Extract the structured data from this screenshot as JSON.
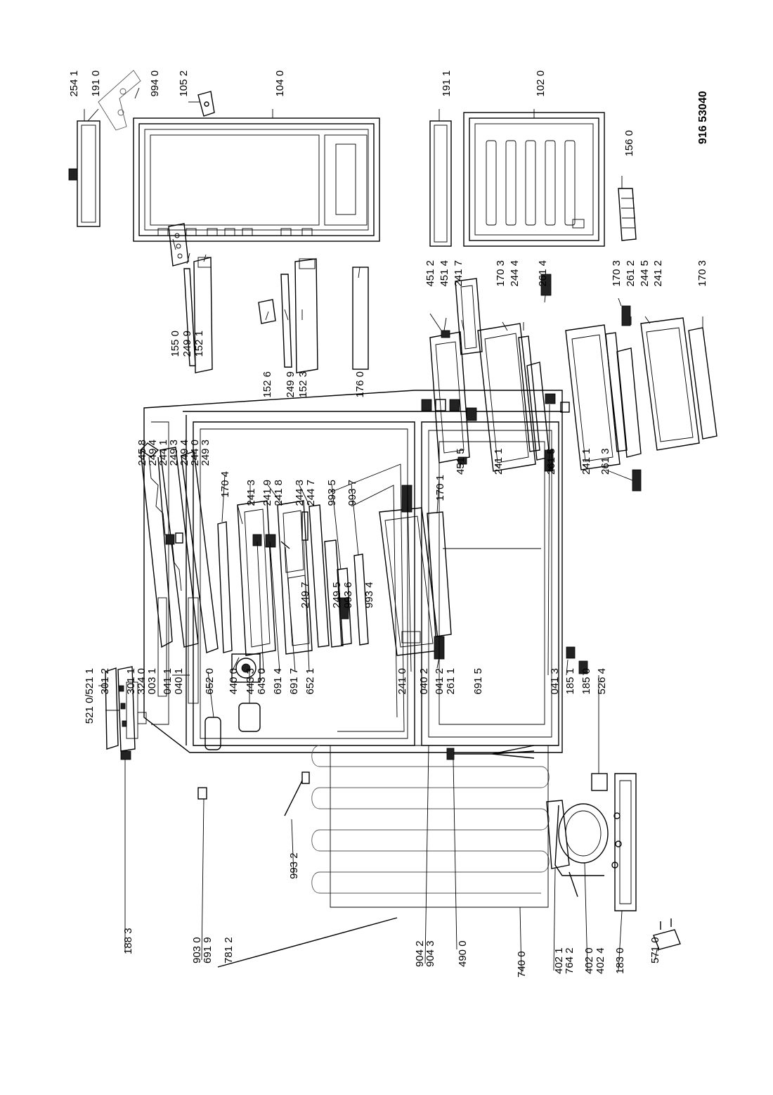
{
  "document_code": "916 53040",
  "labels": [
    {
      "id": "p-254-1",
      "text": "254 1"
    },
    {
      "id": "p-191-0",
      "text": "191 0"
    },
    {
      "id": "p-994-0",
      "text": "994 0"
    },
    {
      "id": "p-105-2",
      "text": "105 2"
    },
    {
      "id": "p-104-0",
      "text": "104 0"
    },
    {
      "id": "p-191-1",
      "text": "191 1"
    },
    {
      "id": "p-102-0",
      "text": "102 0"
    },
    {
      "id": "p-156-0",
      "text": "156 0"
    },
    {
      "id": "p-155-0",
      "text": "155 0"
    },
    {
      "id": "p-249-9a",
      "text": "249 9"
    },
    {
      "id": "p-152-1",
      "text": "152 1"
    },
    {
      "id": "p-152-6",
      "text": "152 6"
    },
    {
      "id": "p-249-9b",
      "text": "249 9"
    },
    {
      "id": "p-152-3",
      "text": "152 3"
    },
    {
      "id": "p-176-0",
      "text": "176 0"
    },
    {
      "id": "p-451-2",
      "text": "451 2"
    },
    {
      "id": "p-451-4",
      "text": "451 4"
    },
    {
      "id": "p-241-7",
      "text": "241 7"
    },
    {
      "id": "p-170-3a",
      "text": "170 3"
    },
    {
      "id": "p-244-4",
      "text": "244 4"
    },
    {
      "id": "p-261-4",
      "text": "261 4"
    },
    {
      "id": "p-170-3b",
      "text": "170 3"
    },
    {
      "id": "p-261-2",
      "text": "261 2"
    },
    {
      "id": "p-244-5",
      "text": "244 5"
    },
    {
      "id": "p-241-2",
      "text": "241 2"
    },
    {
      "id": "p-170-3c",
      "text": "170 3"
    },
    {
      "id": "p-451-5",
      "text": "451 5"
    },
    {
      "id": "p-241-1a",
      "text": "241 1"
    },
    {
      "id": "p-261-5",
      "text": "261 5"
    },
    {
      "id": "p-241-1b",
      "text": "241 1"
    },
    {
      "id": "p-261-3",
      "text": "261 3"
    },
    {
      "id": "p-245-8",
      "text": "245 8"
    },
    {
      "id": "p-249-4a",
      "text": "249 4"
    },
    {
      "id": "p-244-1",
      "text": "244 1"
    },
    {
      "id": "p-249-3a",
      "text": "249 3"
    },
    {
      "id": "p-249-4b",
      "text": "249 4"
    },
    {
      "id": "p-244-0",
      "text": "244 0"
    },
    {
      "id": "p-249-3b",
      "text": "249 3"
    },
    {
      "id": "p-170-4",
      "text": "170 4"
    },
    {
      "id": "p-241-3",
      "text": "241 3"
    },
    {
      "id": "p-241-9",
      "text": "241 9"
    },
    {
      "id": "p-241-8",
      "text": "241 8"
    },
    {
      "id": "p-244-3",
      "text": "244 3"
    },
    {
      "id": "p-244-7",
      "text": "244 7"
    },
    {
      "id": "p-993-5",
      "text": "993 5"
    },
    {
      "id": "p-993-7",
      "text": "993 7"
    },
    {
      "id": "p-170-1",
      "text": "170 1"
    },
    {
      "id": "p-521-0-521-1",
      "text": "521 0/521 1"
    },
    {
      "id": "p-301-2",
      "text": "301 2"
    },
    {
      "id": "p-301-1",
      "text": "301 1"
    },
    {
      "id": "p-324-0",
      "text": "324 0"
    },
    {
      "id": "p-003-1",
      "text": "003 1"
    },
    {
      "id": "p-041-1",
      "text": "041 1"
    },
    {
      "id": "p-040-1",
      "text": "040 1"
    },
    {
      "id": "p-652-0",
      "text": "652 0"
    },
    {
      "id": "p-440-0",
      "text": "440 0"
    },
    {
      "id": "p-443-3",
      "text": "443 3"
    },
    {
      "id": "p-643-0",
      "text": "643 0"
    },
    {
      "id": "p-691-4",
      "text": "691 4"
    },
    {
      "id": "p-691-7",
      "text": "691 7"
    },
    {
      "id": "p-249-7",
      "text": "249 7"
    },
    {
      "id": "p-652-1",
      "text": "652 1"
    },
    {
      "id": "p-249-5",
      "text": "249 5"
    },
    {
      "id": "p-993-6",
      "text": "993 6"
    },
    {
      "id": "p-993-4",
      "text": "993 4"
    },
    {
      "id": "p-241-0",
      "text": "241 0"
    },
    {
      "id": "p-040-2",
      "text": "040 2"
    },
    {
      "id": "p-041-2",
      "text": "041 2"
    },
    {
      "id": "p-261-1",
      "text": "261 1"
    },
    {
      "id": "p-691-5",
      "text": "691 5"
    },
    {
      "id": "p-041-3",
      "text": "041 3"
    },
    {
      "id": "p-185-1",
      "text": "185 1"
    },
    {
      "id": "p-185-0",
      "text": "185 0"
    },
    {
      "id": "p-526-4",
      "text": "526 4"
    },
    {
      "id": "p-188-3",
      "text": "188 3"
    },
    {
      "id": "p-993-2",
      "text": "993 2"
    },
    {
      "id": "p-903-0",
      "text": "903 0"
    },
    {
      "id": "p-691-9",
      "text": "691 9"
    },
    {
      "id": "p-781-2",
      "text": "781 2"
    },
    {
      "id": "p-904-2",
      "text": "904 2"
    },
    {
      "id": "p-904-3",
      "text": "904 3"
    },
    {
      "id": "p-490-0",
      "text": "490 0"
    },
    {
      "id": "p-740-0",
      "text": "740 0"
    },
    {
      "id": "p-402-1",
      "text": "402 1"
    },
    {
      "id": "p-764-2",
      "text": "764 2"
    },
    {
      "id": "p-402-0",
      "text": "402 0"
    },
    {
      "id": "p-402-4",
      "text": "402 4"
    },
    {
      "id": "p-183-0",
      "text": "183 0"
    },
    {
      "id": "p-571-0",
      "text": "571 0"
    }
  ]
}
